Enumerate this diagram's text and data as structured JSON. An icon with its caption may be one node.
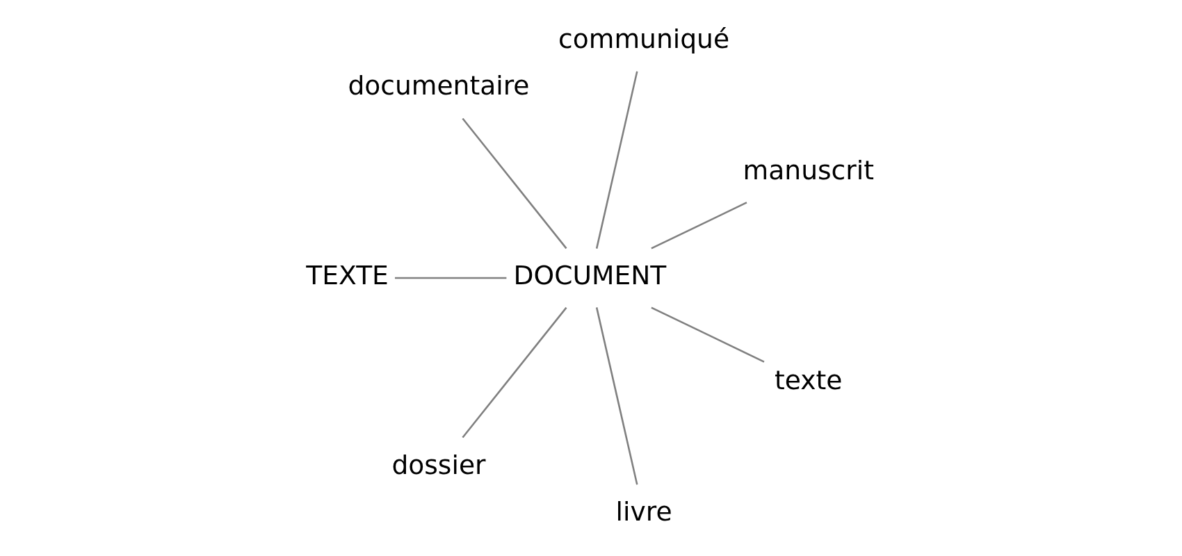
{
  "diagram": {
    "nodes": [
      {
        "text": [
          "manuscrit"
        ]
      },
      {
        "text": [
          "communiqué"
        ]
      },
      {
        "text": [
          "documentaire"
        ]
      },
      {
        "text": [
          "DOCUMENT"
        ]
      },
      {
        "text": [
          "TEXTE"
        ]
      },
      {
        "text": [
          "dossier"
        ]
      },
      {
        "text": [
          "livre"
        ]
      },
      {
        "text": [
          "texte"
        ]
      }
    ],
    "edges": [
      {
        "from": 3,
        "to": 0,
        "arrow": "none"
      },
      {
        "from": 3,
        "to": 2,
        "arrow": "none"
      },
      {
        "from": 3,
        "to": 5,
        "arrow": "none"
      },
      {
        "from": 3,
        "to": 7,
        "arrow": "none"
      },
      {
        "from": 3,
        "to": 6,
        "arrow": "none"
      },
      {
        "from": 3,
        "to": 4,
        "arrow": "none"
      },
      {
        "from": 3,
        "to": 1,
        "arrow": "none"
      }
    ]
  }
}
